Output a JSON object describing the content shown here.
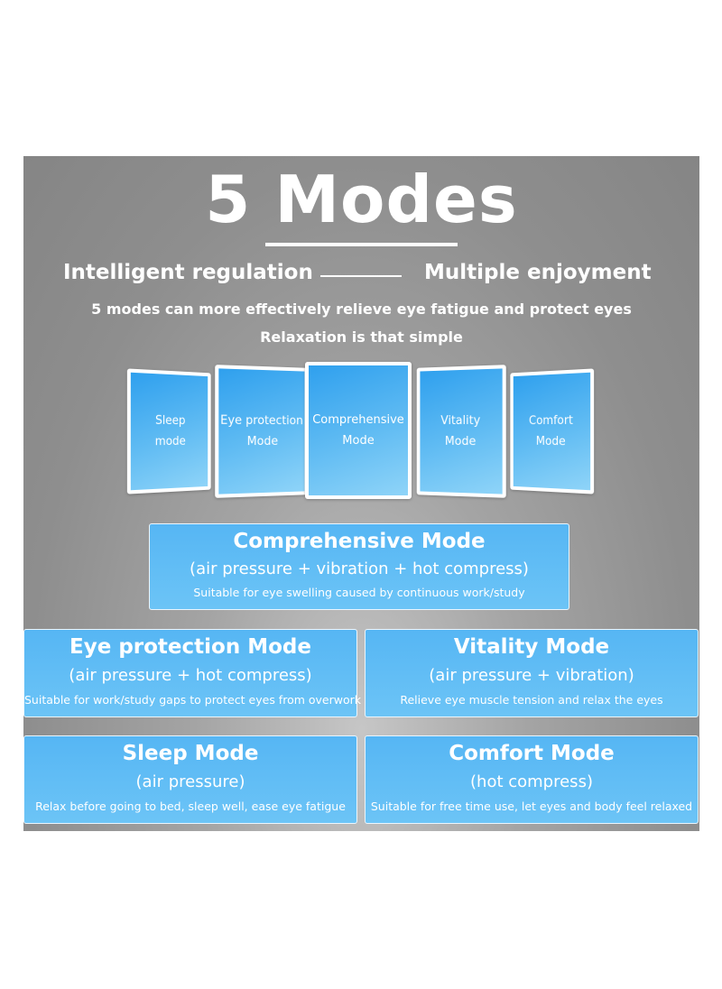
{
  "title": "5 Modes",
  "tagline": {
    "left": "Intelligent regulation",
    "right": "Multiple enjoyment"
  },
  "subtitle": {
    "line1": "5 modes can more effectively relieve eye fatigue and protect eyes",
    "line2": "Relaxation is that simple"
  },
  "fan_cards": [
    {
      "line1": "Sleep",
      "line2": "mode"
    },
    {
      "line1": "Eye protection",
      "line2": "Mode"
    },
    {
      "line1": "Comprehensive",
      "line2": "Mode"
    },
    {
      "line1": "Vitality",
      "line2": "Mode"
    },
    {
      "line1": "Comfort",
      "line2": "Mode"
    }
  ],
  "modes": {
    "comprehensive": {
      "name": "Comprehensive Mode",
      "features": "(air pressure + vibration + hot compress)",
      "desc": "Suitable for eye swelling caused by continuous work/study"
    },
    "eye_protection": {
      "name": "Eye protection Mode",
      "features": "(air pressure + hot compress)",
      "desc": "Suitable for work/study gaps to protect eyes from overwork"
    },
    "vitality": {
      "name": "Vitality Mode",
      "features": "(air pressure + vibration)",
      "desc": "Relieve eye muscle tension and relax the eyes"
    },
    "sleep": {
      "name": "Sleep Mode",
      "features": "(air pressure)",
      "desc": "Relax before going to bed, sleep well, ease eye fatigue"
    },
    "comfort": {
      "name": "Comfort Mode",
      "features": "(hot compress)",
      "desc": "Suitable for free time use, let eyes and body feel relaxed"
    }
  },
  "colors": {
    "panel": "#8e8e8e",
    "card_blue": "#56b6f4",
    "text": "#ffffff"
  }
}
